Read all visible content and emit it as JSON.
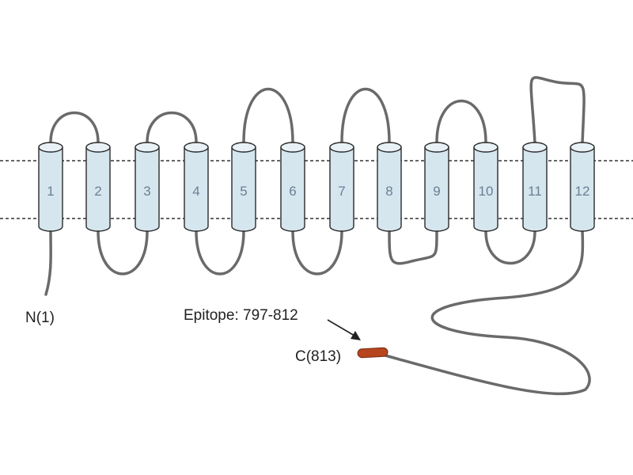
{
  "helices": [
    "1",
    "2",
    "3",
    "4",
    "5",
    "6",
    "7",
    "8",
    "9",
    "10",
    "11",
    "12"
  ],
  "labels": {
    "n_terminus": "N(1)",
    "c_terminus": "C(813)",
    "epitope": "Epitope: 797-812"
  },
  "colors": {
    "helix_fill": "#d6e6ef",
    "helix_stroke": "#2a2a2a",
    "helix_label": "#6c7f93",
    "loop": "#6a6a6a",
    "membrane_line": "#333333",
    "epitope": "#b5461d",
    "text": "#222222"
  }
}
